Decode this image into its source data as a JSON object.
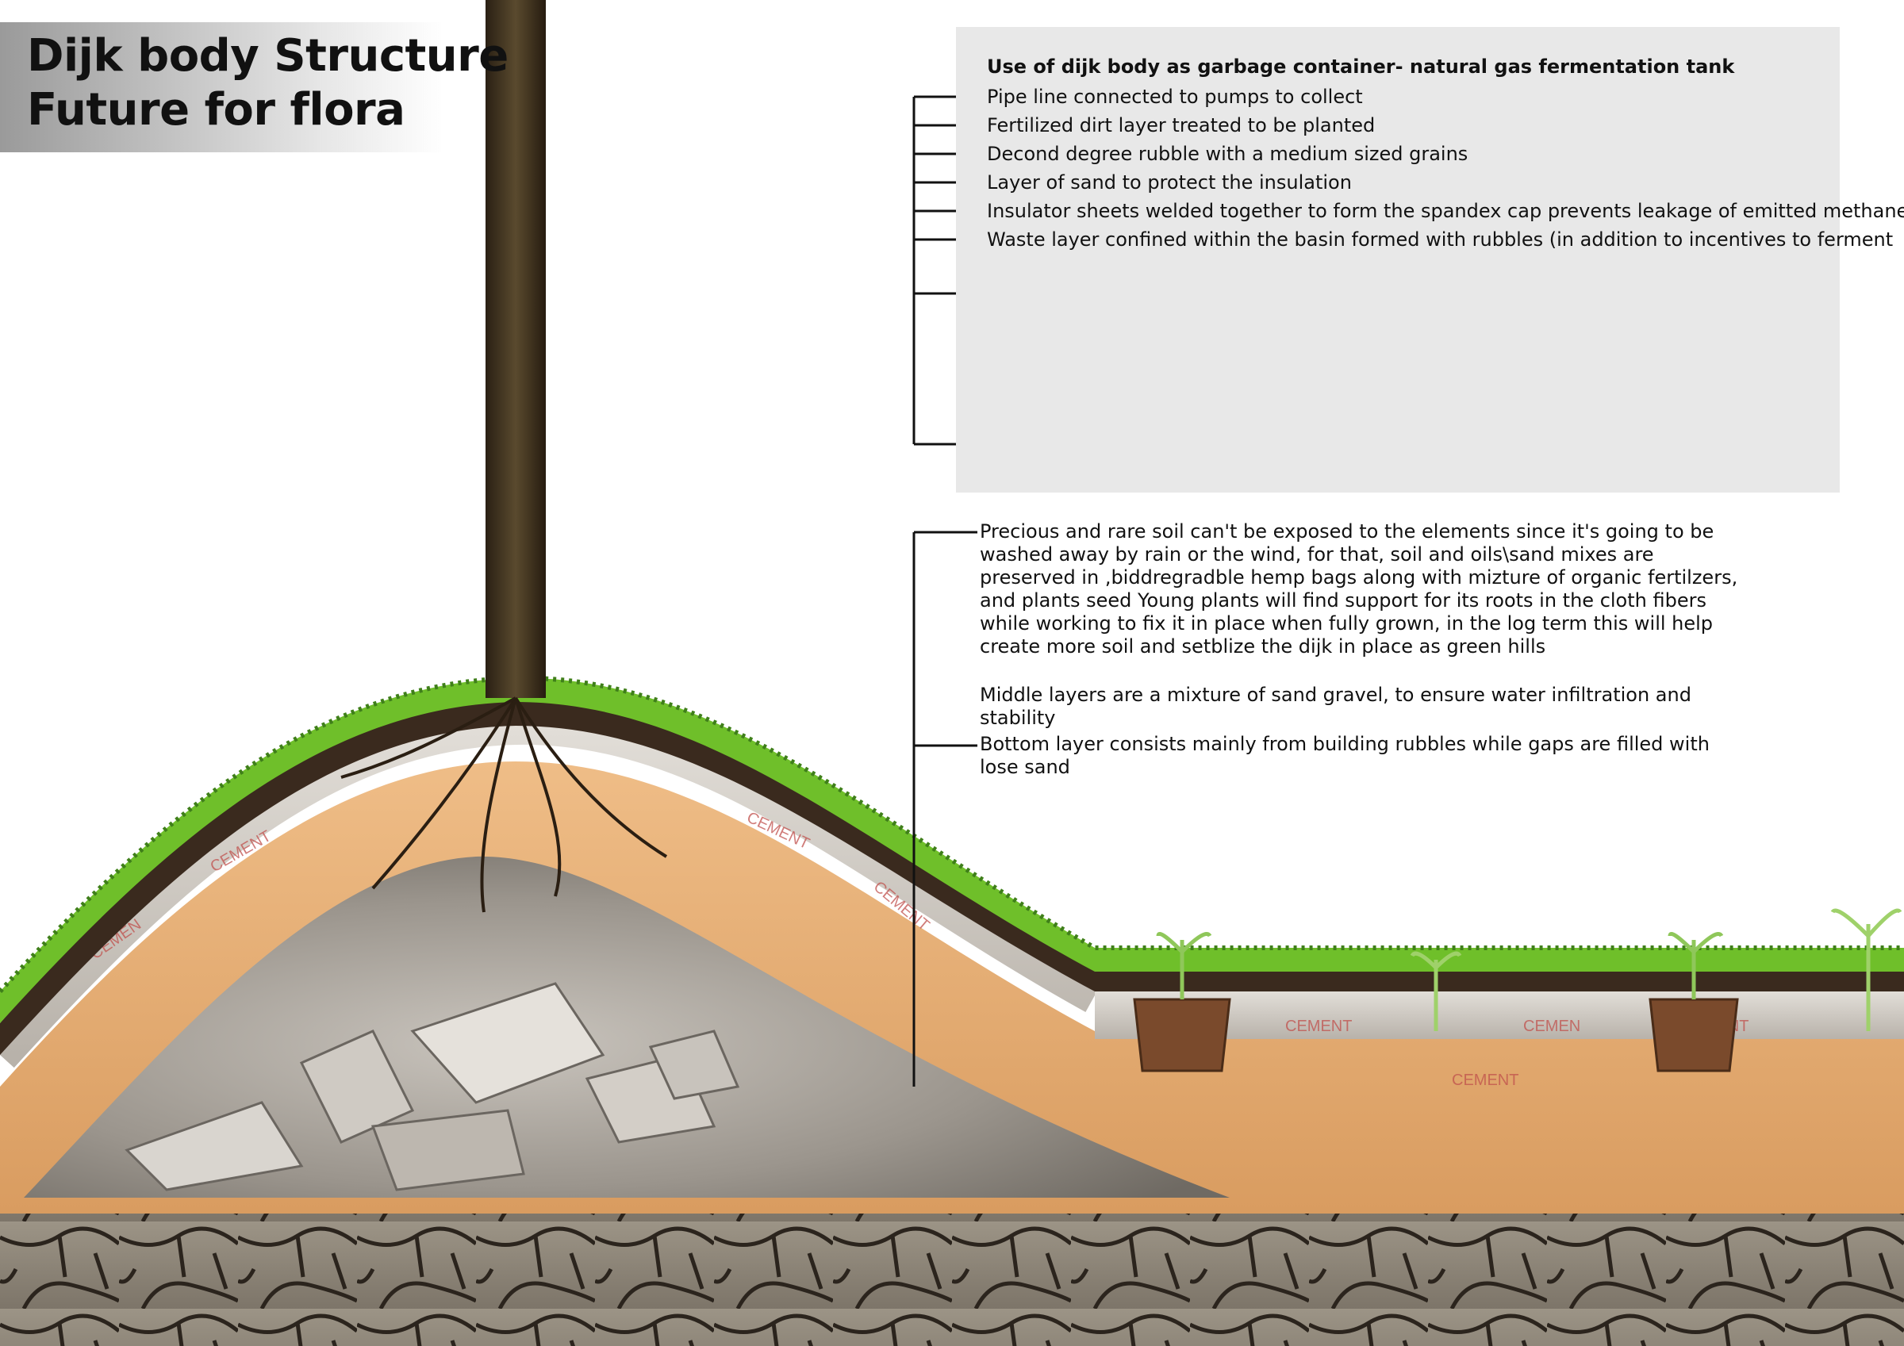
{
  "title": {
    "line1": "Dijk body Structure",
    "line2": "Future for flora"
  },
  "panel": {
    "heading": "Use of dijk body as garbage container- natural gas fermentation tank",
    "layers": [
      "Pipe line connected to pumps to collect",
      "Fertilized dirt layer treated  to be planted",
      "Decond degree rubble with a medium sized grains",
      "Layer of sand to protect the insulation",
      "Insulator sheets welded together to form the spandex cap prevents leakage of emitted methane",
      "Waste layer confined within the basin formed with rubbles (in addition to incentives to ferment"
    ]
  },
  "descriptions": {
    "soil": "Precious and rare soil can't be exposed to the elements since it's going to be washed away by rain or the wind, for that, soil and oils\\sand mixes are preserved in ,biddregradble hemp  bags along with mizture of organic fertilzers, and plants seed Young plants will find support for its roots in the cloth fibers while working to fix it in place when fully grown, in the log term this will help create more soil and setblize the dijk in place as green hills",
    "middle": "Middle layers are a mixture of sand gravel, to ensure water infiltration and stability",
    "bottom": "Bottom layer consists mainly from building rubbles while gaps are filled with lose sand"
  },
  "bag_print": [
    "CEMEN",
    "CEMENT",
    "CEMENT",
    "CEMENT",
    "CEMENT",
    "CEMENT",
    "CEMENT",
    "CEMEN"
  ],
  "colors": {
    "grass": "#6fbf2a",
    "grass_dark": "#3f7f1a",
    "topsoil": "#3a2a1e",
    "sand": "#e8b177",
    "sand_dark": "#d79a5c",
    "rubble": "#9a938a",
    "cracked_earth": "#8a8275",
    "trunk": "#3d2f1c",
    "tank": "#555358",
    "mini_sand": "#dba770",
    "mini_band": "#b5a234",
    "mini_outline": "#2f5a14"
  }
}
